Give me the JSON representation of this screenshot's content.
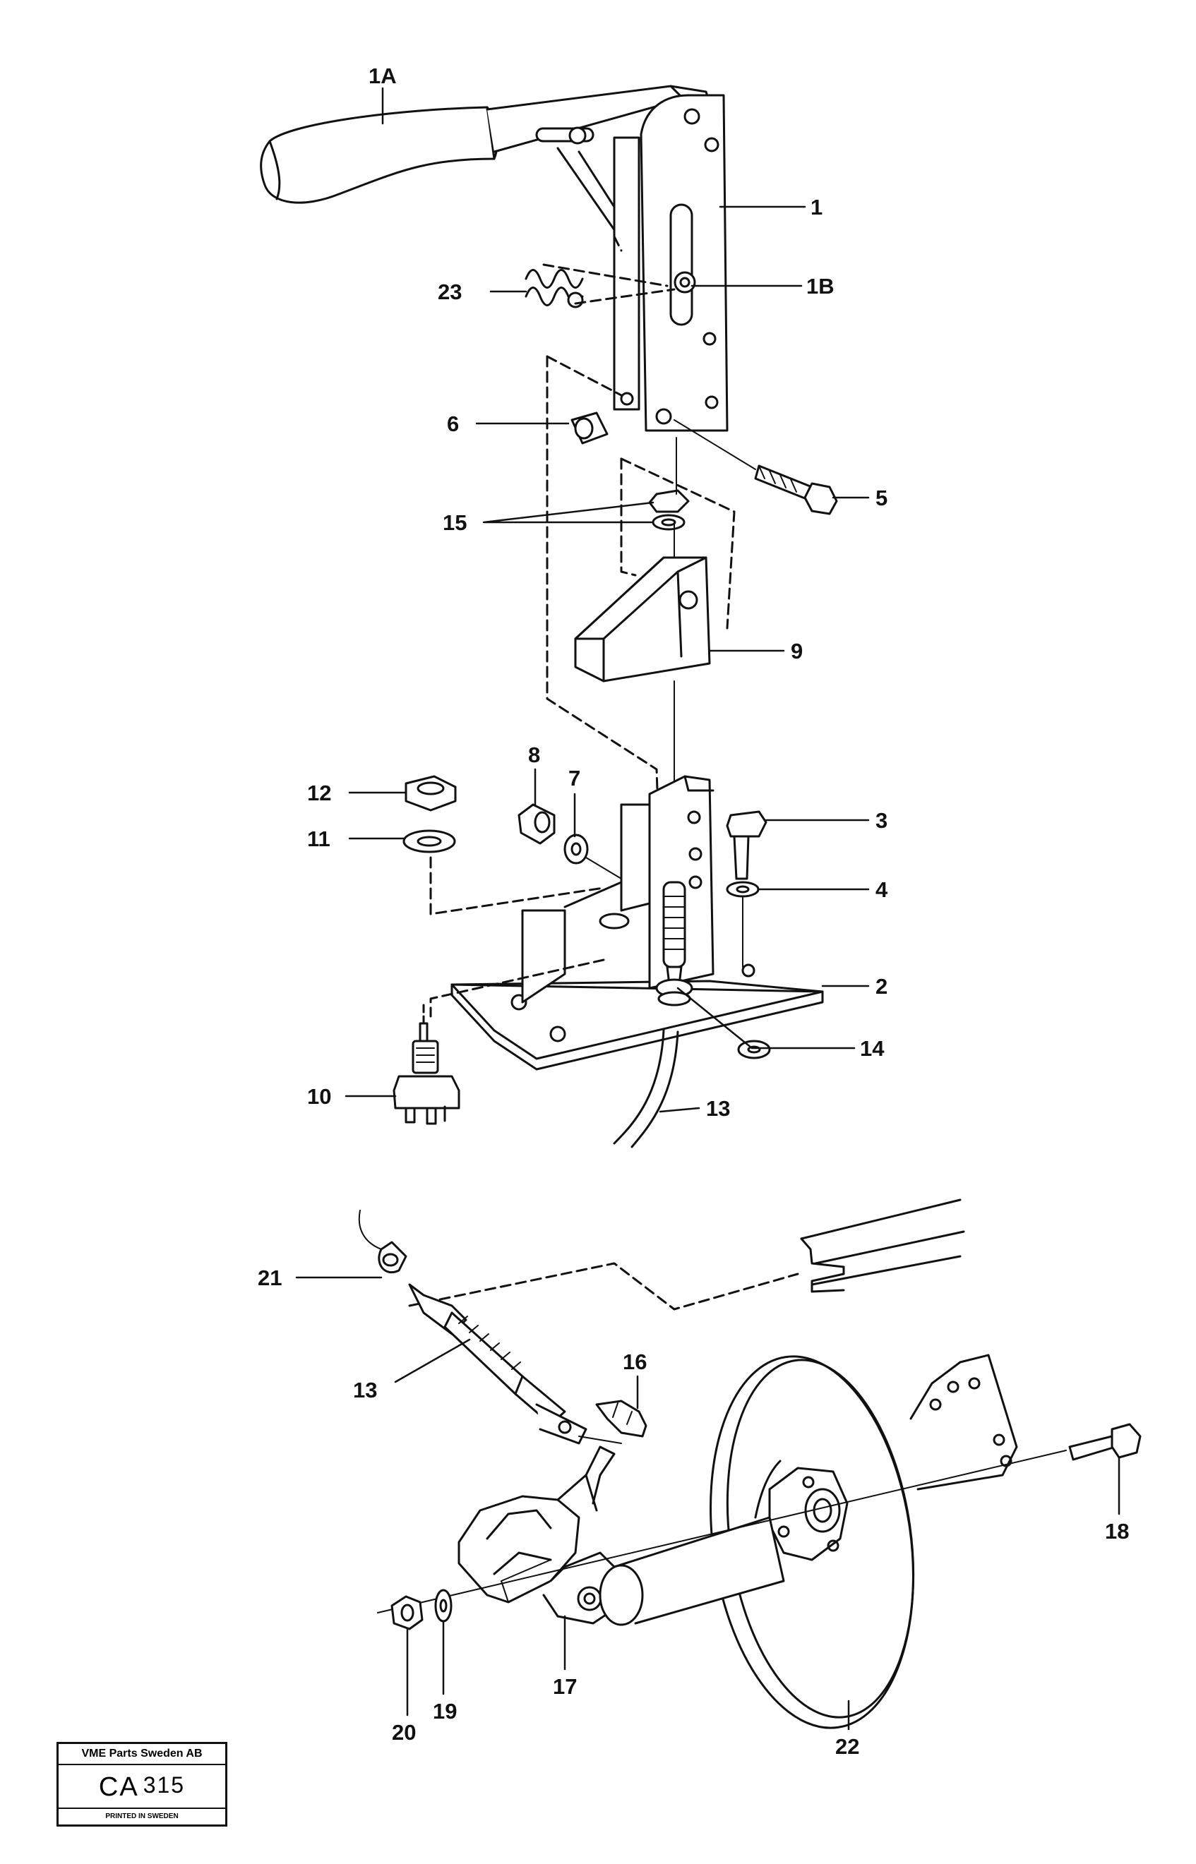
{
  "callouts": {
    "c1A": "1A",
    "c1": "1",
    "c1B": "1B",
    "c23": "23",
    "c6": "6",
    "c5": "5",
    "c15": "15",
    "c9": "9",
    "c8": "8",
    "c7": "7",
    "c12": "12",
    "c11": "11",
    "c3": "3",
    "c4": "4",
    "c2": "2",
    "c14": "14",
    "c10": "10",
    "c13a": "13",
    "c21": "21",
    "c16": "16",
    "c13b": "13",
    "c18": "18",
    "c20": "20",
    "c19": "19",
    "c17": "17",
    "c22": "22"
  },
  "stamp": {
    "company": "VME Parts Sweden AB",
    "code_prefix": "CA",
    "code_number": "315",
    "printed": "PRINTED IN SWEDEN"
  }
}
